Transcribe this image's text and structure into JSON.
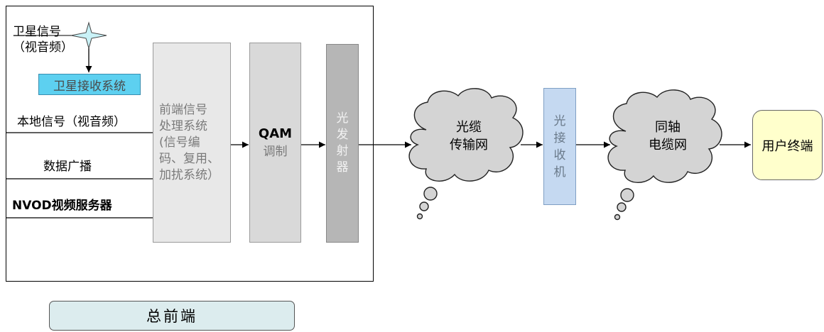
{
  "sources": {
    "satellite_line1": "卫星信号",
    "satellite_line2": "（视音频）",
    "satellite_receiver": "卫星接收系统",
    "local_signal": "本地信号（视音频）",
    "data_broadcast": "数据广播",
    "nvod_server": "NVOD视频服务器"
  },
  "blocks": {
    "preprocess": [
      "前端信号",
      "处理系统",
      "(信号编",
      "码、复用、",
      "加扰系统）"
    ],
    "qam_title": "QAM",
    "qam_sub": "调制",
    "optical_tx": [
      "光",
      "发",
      "射",
      "器"
    ],
    "optical_rx": [
      "光",
      "接",
      "收",
      "机"
    ]
  },
  "clouds": {
    "fiber": [
      "光缆",
      "传输网"
    ],
    "coax": [
      "同轴",
      "电缆网"
    ]
  },
  "terminal": "用户终端",
  "headend_label": "总前端",
  "colors": {
    "satellite_receiver": "#5dd0f0",
    "preprocess": "#e8e8e8",
    "qam": "#d9d9d9",
    "optical_tx": "#b6b6b6",
    "optical_rx": "#c5d9f1",
    "cloud": "#d4d4d4",
    "user_terminal": "#ffffcc",
    "headend_label": "#dcecee"
  }
}
